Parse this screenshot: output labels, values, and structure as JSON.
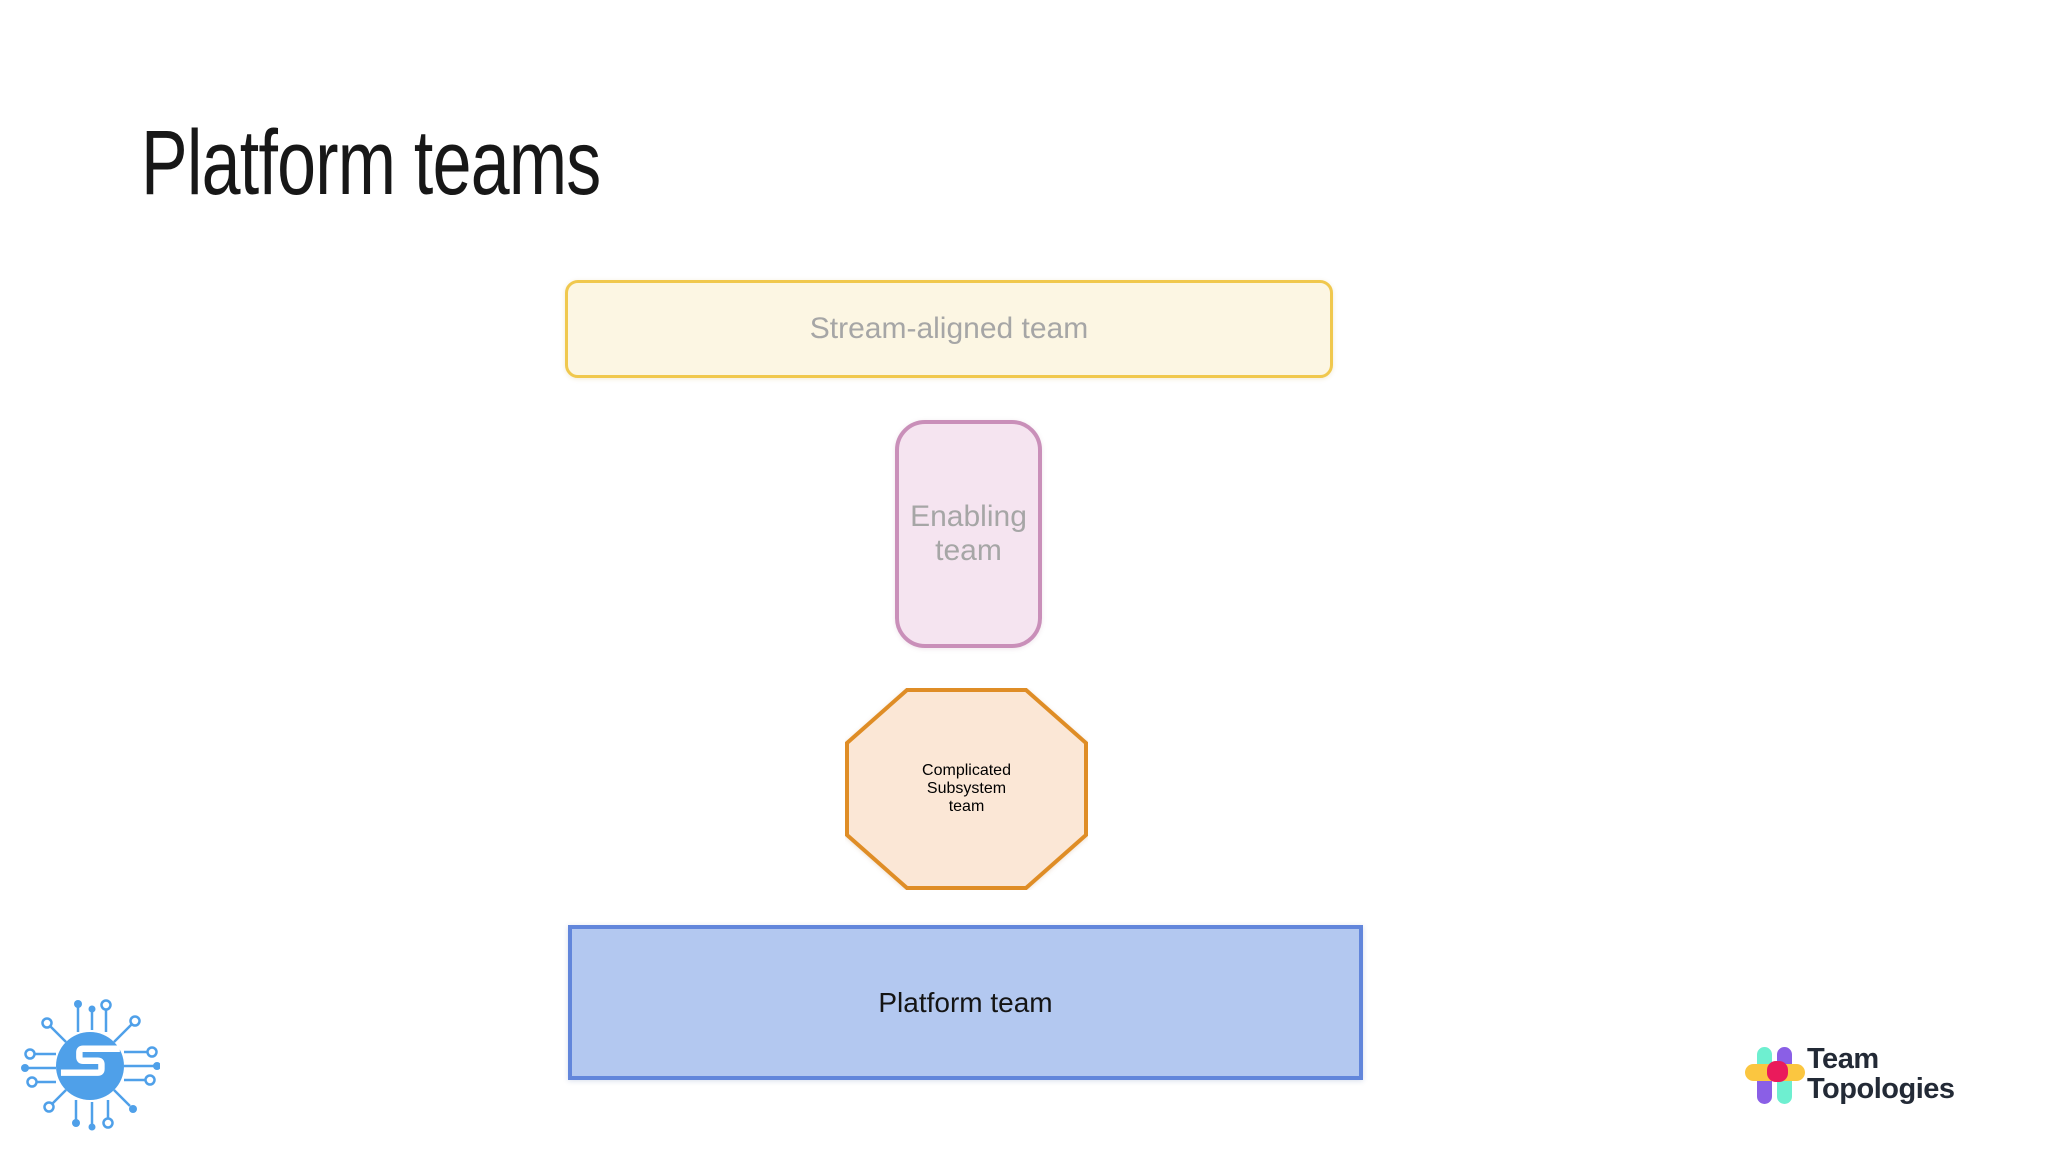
{
  "slide": {
    "title": "Platform teams",
    "background": "#FFFFFF"
  },
  "shapes": {
    "stream_aligned": {
      "label": "Stream-aligned team",
      "fill": "#FCF6E3",
      "border": "#F0C84E",
      "text_color": "#A6A6A6"
    },
    "enabling": {
      "line1": "Enabling",
      "line2": "team",
      "fill": "#F5E4F0",
      "border": "#C98FB9",
      "text_color": "#A6A6A6"
    },
    "complicated_subsystem": {
      "line1": "Complicated",
      "line2": "Subsystem",
      "line3": "team",
      "fill": "#FBE7D6",
      "border": "#DF8D26",
      "text_color": "#A6A6A6"
    },
    "platform": {
      "label": "Platform team",
      "fill": "#B3C8F0",
      "border": "#6286DB",
      "text_color": "#141414"
    }
  },
  "branding": {
    "left_logo": {
      "icon": "circuit-chip-logo",
      "color": "#4FA0E9"
    },
    "team_topologies": {
      "line1": "Team",
      "line2": "Topologies",
      "text_color": "#232A36",
      "teal": "#6EEFD0",
      "purple": "#8A5FE6",
      "yellow": "#FBC640",
      "red": "#EA1A5B"
    }
  }
}
